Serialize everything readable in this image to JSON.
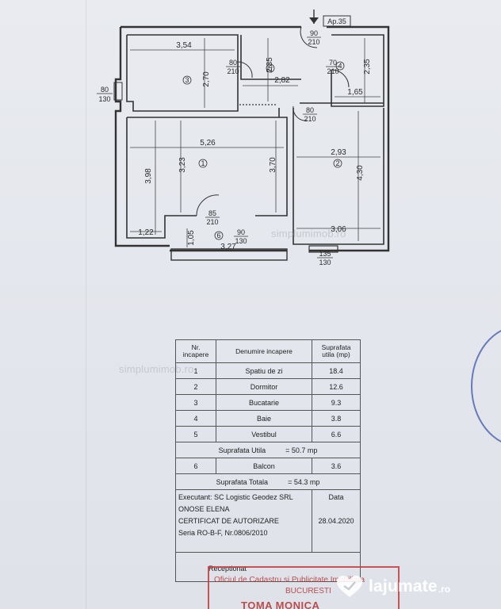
{
  "plan": {
    "apartment_label": "Ap.35",
    "dimensions": {
      "d354": "3,54",
      "d270": "2,70",
      "d235a": "2,35",
      "d282": "2,82",
      "d235b": "2,35",
      "d165": "1,65",
      "d526": "5,26",
      "d293": "2,93",
      "d398": "3,98",
      "d323": "3,23",
      "d370": "3,70",
      "d430": "4,30",
      "d122": "1,22",
      "d105": "1,05",
      "d327": "3,27",
      "d306": "3,06"
    },
    "doors": {
      "door_top": [
        "90",
        "210"
      ],
      "door_bucatarie": [
        "80",
        "210"
      ],
      "door_baie": [
        "70",
        "210"
      ],
      "door_dormitor": [
        "80",
        "210"
      ],
      "door_balcon": [
        "85",
        "210"
      ],
      "window_balcon": [
        "90",
        "130"
      ],
      "window_left": [
        "80",
        "130"
      ],
      "window_right": [
        "135",
        "130"
      ]
    },
    "room_numbers": [
      "1",
      "2",
      "3",
      "4",
      "5",
      "6"
    ]
  },
  "watermarks": [
    "simplumimob.ro",
    "simplumimob.ro"
  ],
  "table": {
    "headers": [
      "Nr. incapere",
      "Denumire incapere",
      "Suprafata utila (mp)"
    ],
    "rows": [
      {
        "nr": "1",
        "name": "Spatiu de zi",
        "area": "18.4"
      },
      {
        "nr": "2",
        "name": "Dormitor",
        "area": "12.6"
      },
      {
        "nr": "3",
        "name": "Bucatarie",
        "area": "9.3"
      },
      {
        "nr": "4",
        "name": "Baie",
        "area": "3.8"
      },
      {
        "nr": "5",
        "name": "Vestibul",
        "area": "6.6"
      }
    ],
    "utila_label": "Suprafata Utila",
    "utila_value": "= 50.7 mp",
    "balcon_row": {
      "nr": "6",
      "name": "Balcon",
      "area": "3.6"
    },
    "totala_label": "Suprafata Totala",
    "totala_value": "= 54.3 mp",
    "executant": "Executant: SC Logistic Geodez SRL",
    "person": "ONOSE ELENA",
    "certificate": "CERTIFICAT DE AUTORIZARE",
    "series": "Seria RO-B-F, Nr.0806/2010",
    "date_label": "Data",
    "date_value": "28.04.2020",
    "receptionat": "Receptionat"
  },
  "stamp_red": {
    "line1": "Oficiul de Cadastru si Publicitate Imobiliara",
    "line2": "BUCURESTI",
    "line3": "TOMA MONICA"
  },
  "logo": {
    "name": "lajumate",
    "tld": ".ro"
  },
  "colors": {
    "ink": "#2a2a2a",
    "stamp_blue": "#3c57a8",
    "stamp_red": "#c43b3b"
  }
}
